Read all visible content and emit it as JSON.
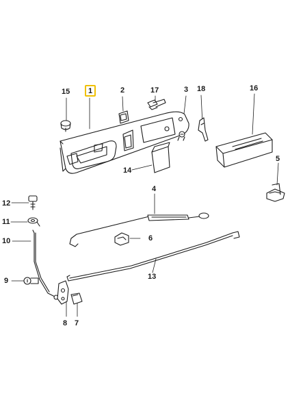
{
  "diagram": {
    "callouts": {
      "p1": "1",
      "p2": "2",
      "p3": "3",
      "p4": "4",
      "p5": "5",
      "p6": "6",
      "p7": "7",
      "p8": "8",
      "p9": "9",
      "p10": "10",
      "p11": "11",
      "p12": "12",
      "p13": "13",
      "p14": "14",
      "p15": "15",
      "p16": "16",
      "p17": "17",
      "p18": "18"
    },
    "selected_part": "1",
    "colors": {
      "line": "#1a1a1a",
      "highlight": "#f0c000",
      "background": "#ffffff"
    }
  }
}
